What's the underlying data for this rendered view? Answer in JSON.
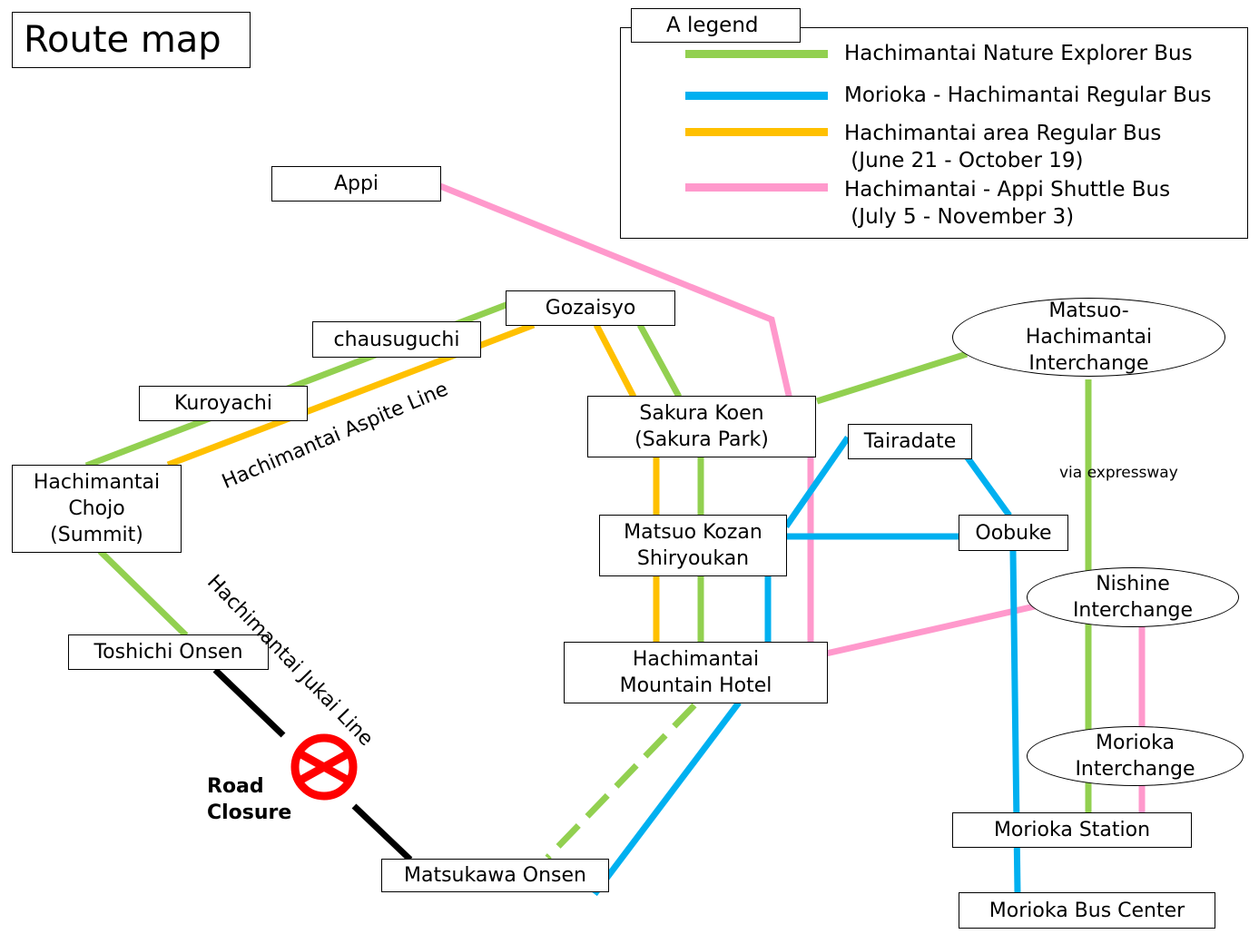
{
  "title": "Route map",
  "legend": {
    "title": "A legend",
    "items": [
      {
        "label": "Hachimantai Nature Explorer Bus",
        "color": "#92d050"
      },
      {
        "label": "Morioka - Hachimantai Regular Bus",
        "color": "#00b0f0"
      },
      {
        "label": "Hachimantai area Regular Bus\n (June 21 - October 19)",
        "color": "#ffc000"
      },
      {
        "label": "Hachimantai - Appi Shuttle Bus\n (July 5 - November 3)",
        "color": "#ff99cc"
      }
    ]
  },
  "stops": {
    "appi": "Appi",
    "gozaisyo": "Gozaisyo",
    "chausuguchi": "chausuguchi",
    "kuroyachi": "Kuroyachi",
    "chojo": "Hachimantai\nChojo\n(Summit)",
    "toshichi": "Toshichi Onsen",
    "matsukawa": "Matsukawa Onsen",
    "sakura": "Sakura Koen\n(Sakura Park)",
    "tairadate": "Tairadate",
    "kozan": "Matsuo Kozan\nShiryoukan",
    "oobuke": "Oobuke",
    "hotel": "Hachimantai\nMountain Hotel",
    "morioka_station": "Morioka Station",
    "bus_center": "Morioka Bus Center"
  },
  "interchanges": {
    "matsuo": "Matsuo-\nHachimantai\nInterchange",
    "nishine": "Nishine\nInterchange",
    "morioka": "Morioka\nInterchange"
  },
  "road_labels": {
    "aspite": "Hachimantai Aspite Line",
    "jukai": "Hachimantai Jukai Line",
    "expressway": "via expressway"
  },
  "road_closure": {
    "label": "Road\nClosure",
    "color": "#ff0000"
  }
}
